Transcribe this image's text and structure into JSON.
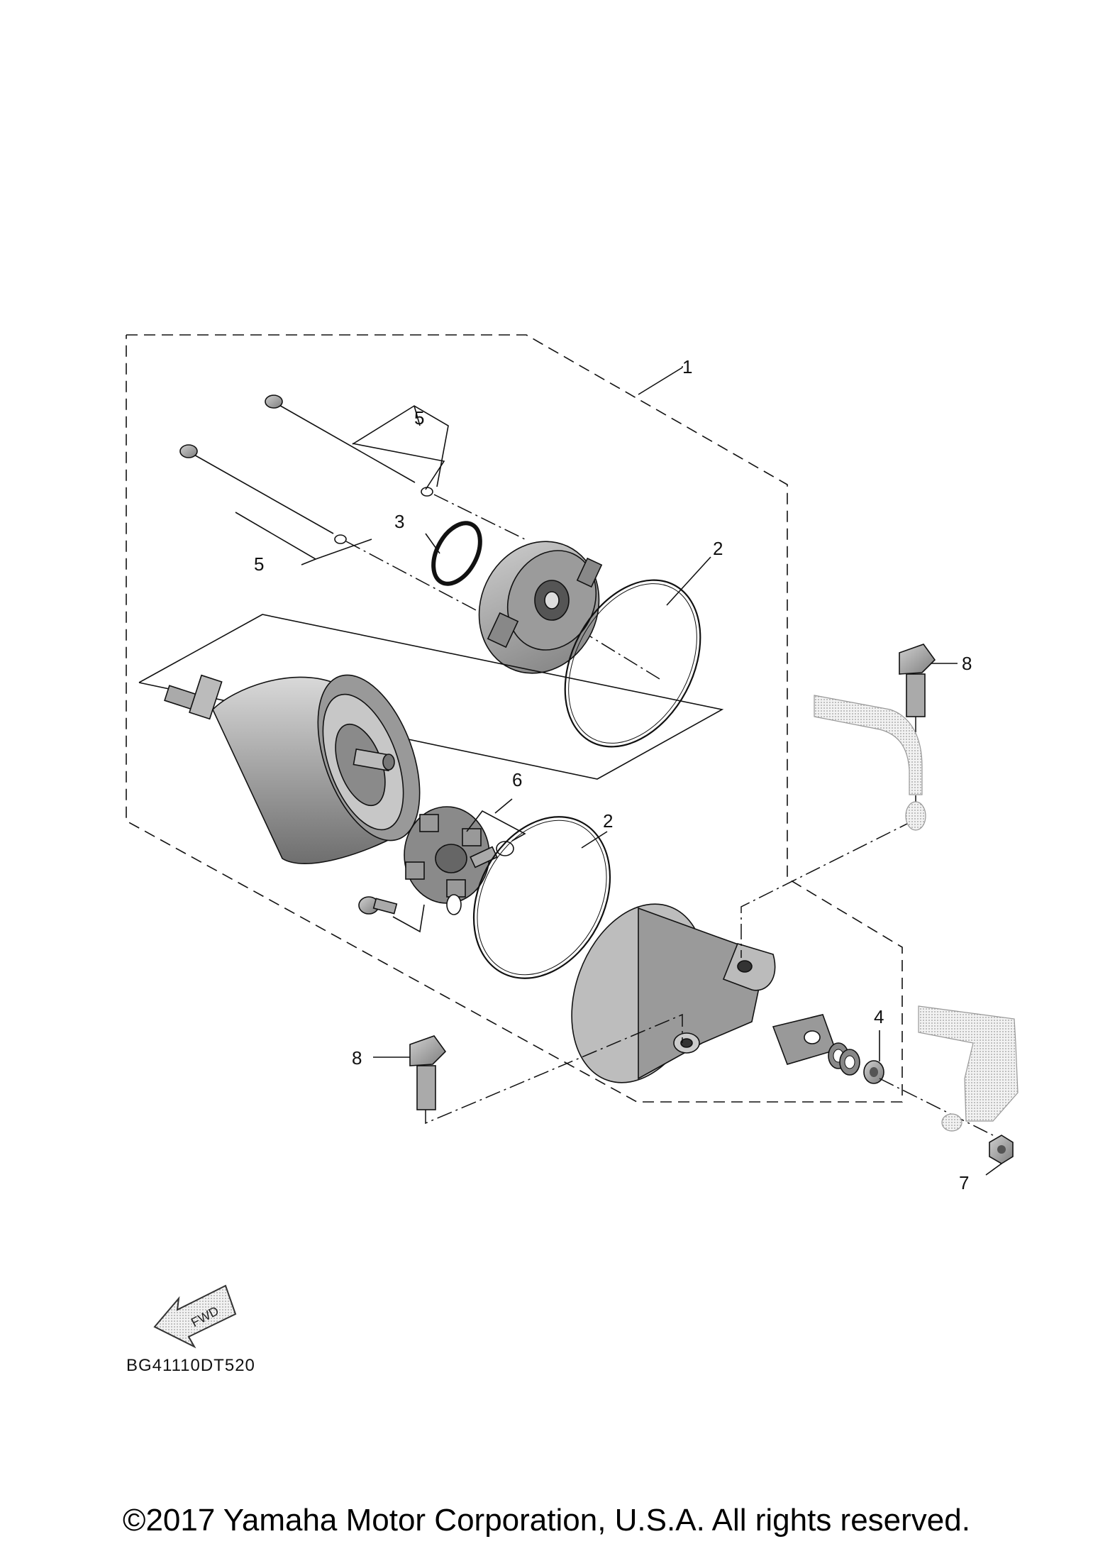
{
  "diagram": {
    "callouts": [
      "1",
      "2",
      "2",
      "3",
      "4",
      "5",
      "5",
      "6",
      "7",
      "8",
      "8"
    ],
    "fwd_label": "FWD",
    "drawing_code": "BG41110DT520"
  },
  "footer": {
    "copyright": "©2017 Yamaha Motor Corporation, U.S.A. All rights reserved."
  },
  "colors": {
    "line": "#111111",
    "part_fill": "#b5b5b5",
    "part_shadow": "#7a7a7a",
    "background": "#ffffff"
  }
}
